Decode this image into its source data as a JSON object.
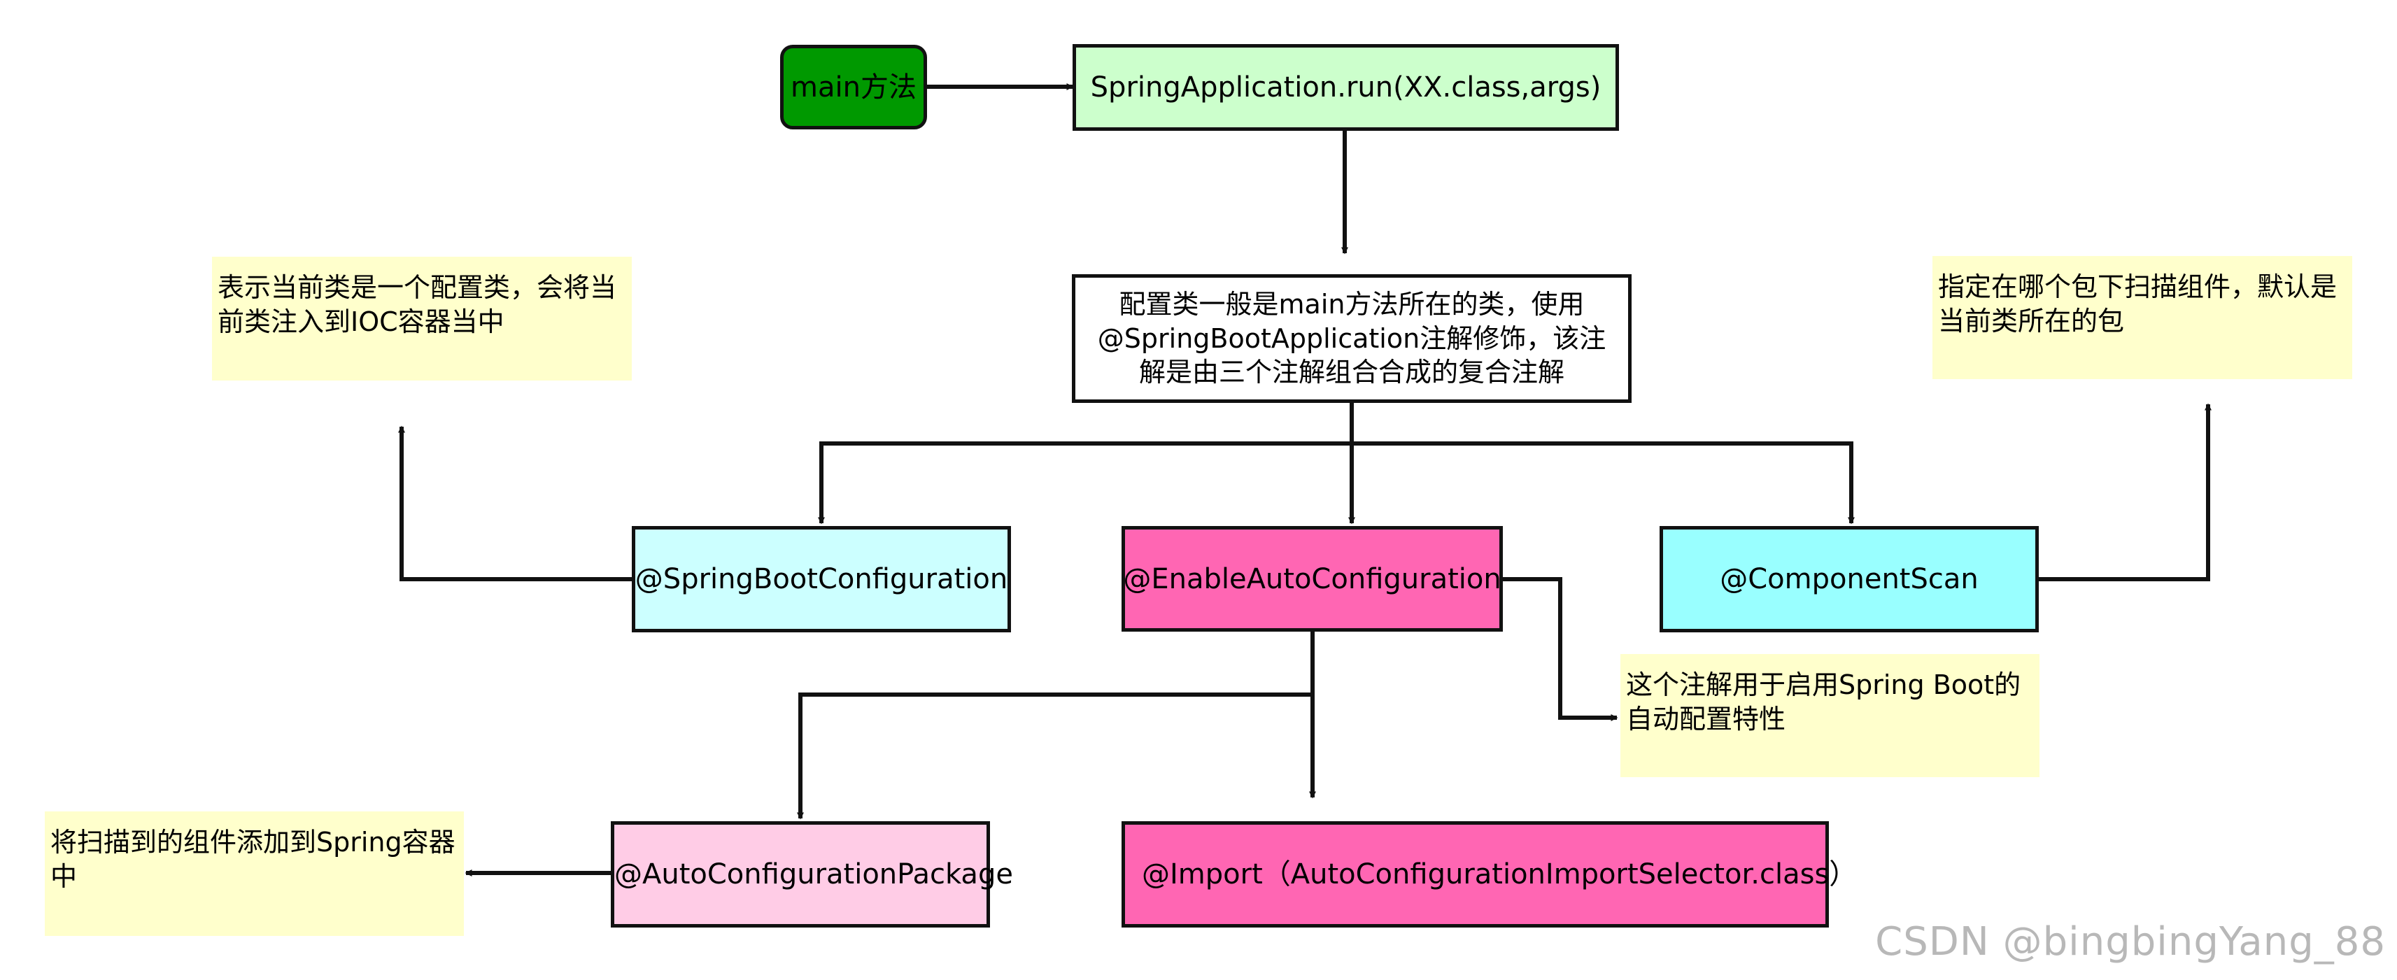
{
  "nodes": {
    "main_method": "main方法",
    "spring_run": "SpringApplication.run(XX.class,args)",
    "config_class": "配置类一般是main方法所在的类，使用@SpringBootApplication注解修饰，该注解是由三个注解组合合成的复合注解",
    "spring_boot_configuration": "@SpringBootConfiguration",
    "enable_auto_configuration": "@EnableAutoConfiguration",
    "component_scan": "@ComponentScan",
    "auto_configuration_package": "@AutoConfigurationPackage",
    "import_selector": "@Import（AutoConfigurationImportSelector.class）"
  },
  "notes": {
    "config_note": "表示当前类是一个配置类，会将当前类注入到IOC容器当中",
    "scan_note": "指定在哪个包下扫描组件，默认是当前类所在的包",
    "enable_note": "这个注解用于启用Spring Boot的自动配置特性",
    "package_note": "将扫描到的组件添加到Spring容器中"
  },
  "watermark": "CSDN @bingbingYang_88",
  "colors": {
    "main_fill": "#009900",
    "run_fill": "#ccffcc",
    "config_fill": "#ffffff",
    "spring_boot_configuration_fill": "#ccffff",
    "enable_auto_configuration_fill": "#ff66b3",
    "component_scan_fill": "#99ffff",
    "auto_configuration_package_fill": "#ffcce6",
    "import_fill": "#ff66b3",
    "note_fill": "#ffffcc",
    "stroke": "#111111"
  }
}
